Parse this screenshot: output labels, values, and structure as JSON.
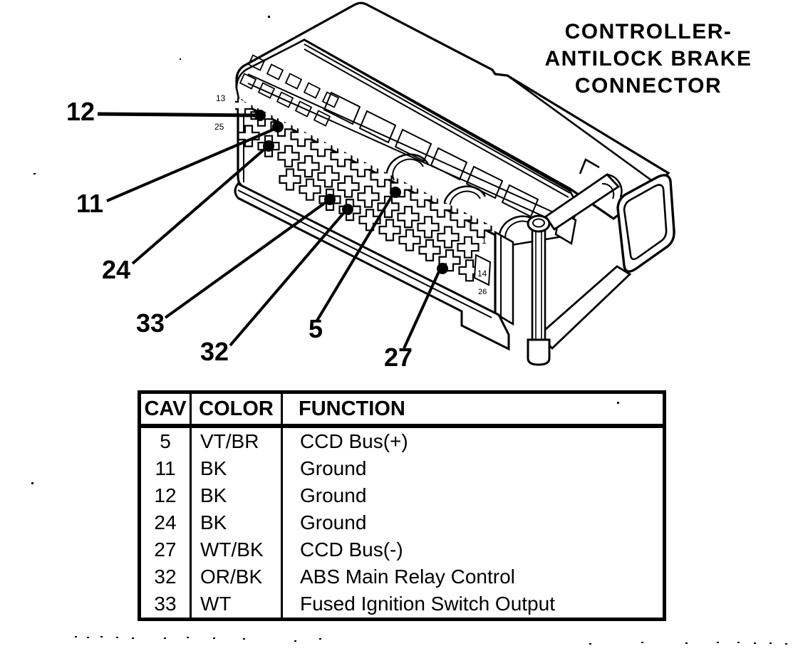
{
  "title": {
    "lines": [
      "CONTROLLER-",
      "ANTILOCK BRAKE",
      "CONNECTOR"
    ]
  },
  "diagram": {
    "callouts": [
      {
        "label": "12"
      },
      {
        "label": "11"
      },
      {
        "label": "24"
      },
      {
        "label": "33"
      },
      {
        "label": "32"
      },
      {
        "label": "5"
      },
      {
        "label": "27"
      }
    ],
    "molded_numbers": {
      "left_top": "13",
      "left_bottom": "25",
      "right_top": "1",
      "right_mid": "14",
      "right_bottom": "26"
    }
  },
  "table": {
    "headers": [
      "CAV",
      "COLOR",
      "FUNCTION"
    ],
    "rows": [
      {
        "cav": "5",
        "color": "VT/BR",
        "function": "CCD Bus(+)"
      },
      {
        "cav": "11",
        "color": "BK",
        "function": "Ground"
      },
      {
        "cav": "12",
        "color": "BK",
        "function": "Ground"
      },
      {
        "cav": "24",
        "color": "BK",
        "function": "Ground"
      },
      {
        "cav": "27",
        "color": "WT/BK",
        "function": "CCD Bus(-)"
      },
      {
        "cav": "32",
        "color": "OR/BK",
        "function": "ABS Main Relay Control"
      },
      {
        "cav": "33",
        "color": "WT",
        "function": "Fused Ignition Switch Output"
      }
    ]
  },
  "colors": {
    "ink": "#000000",
    "paper": "#ffffff"
  }
}
